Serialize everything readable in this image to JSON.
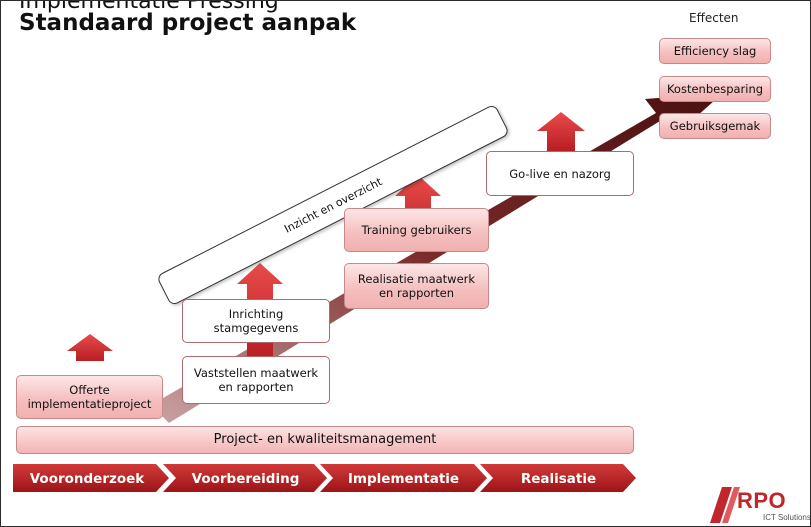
{
  "slide": {
    "supertitle": "Implementatie Pressing",
    "title": "Standaard project aanpak"
  },
  "effects": {
    "label": "Effecten",
    "items": [
      "Efficiency slag",
      "Kostenbesparing",
      "Gebruiksgemak"
    ]
  },
  "banner": "Inzicht en overzicht",
  "steps": {
    "offerte": "Offerte\nimplementatieproject",
    "vaststellen": "Vaststellen maatwerk\nen rapporten",
    "inrichting": "Inrichting\nstamgegevens",
    "realisatie_maatwerk": "Realisatie maatwerk\nen rapporten",
    "training": "Training gebruikers",
    "golive": "Go-live en nazorg"
  },
  "project_management": "Project- en kwaliteitsmanagement",
  "phases": [
    "Vooronderzoek",
    "Voorbereiding",
    "Implementatie",
    "Realisatie"
  ],
  "logo": {
    "name": "RPO",
    "subtitle": "ICT Solutions"
  },
  "colors": {
    "accent": "#c0262c",
    "pink": "#f5c0c0",
    "arrow_dark": "#5a1717"
  }
}
